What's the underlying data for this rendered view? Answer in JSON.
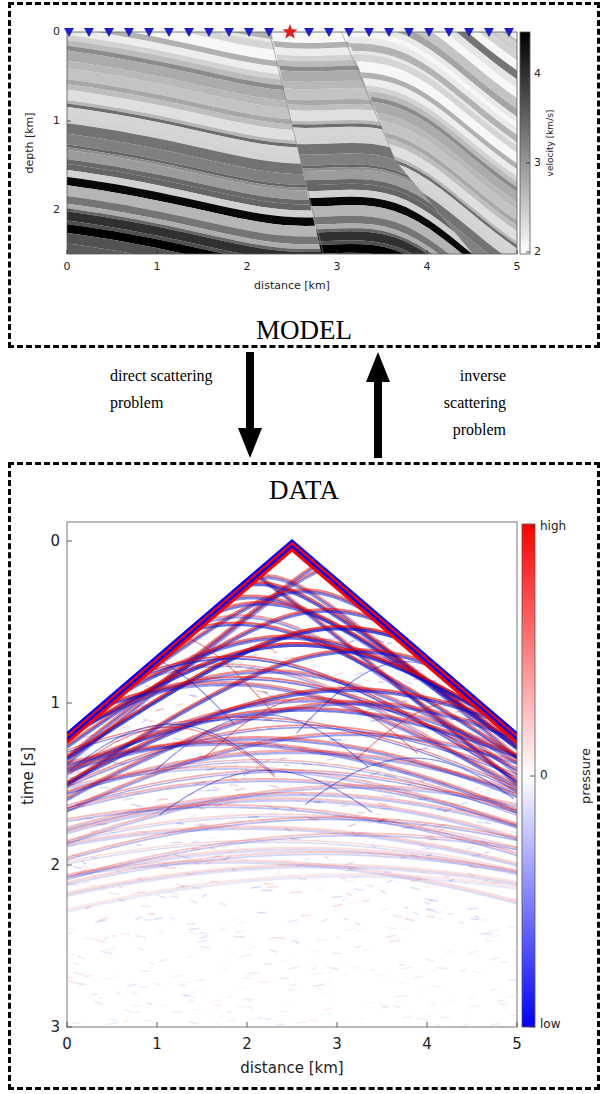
{
  "diagram": {
    "nodes": [
      {
        "text": [
          "MODEL"
        ]
      },
      {
        "text": [
          "DATA"
        ]
      }
    ],
    "edges": [
      {
        "from": 0,
        "to": 1,
        "arrow": "to",
        "label": "direct scattering problem"
      },
      {
        "from": 1,
        "to": 0,
        "arrow": "to",
        "label": "inverse scattering problem"
      }
    ],
    "labels": [
      "0",
      "1",
      "2",
      "depth [km]",
      "0",
      "1",
      "2",
      "3",
      "4",
      "5",
      "distance [km]",
      "4",
      "3",
      "2",
      "velocity [km/s]",
      "0",
      "1",
      "2",
      "3",
      "time [s]",
      "0",
      "1",
      "2",
      "3",
      "4",
      "5",
      "distance [km]",
      "high",
      "0",
      "low",
      "pressure"
    ]
  }
}
